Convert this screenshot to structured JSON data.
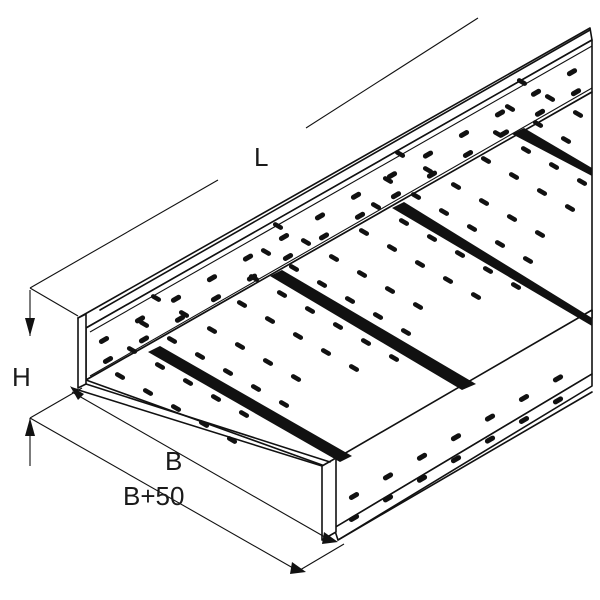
{
  "dimensions": {
    "length_label": "L",
    "height_label": "H",
    "width_label": "B",
    "outer_width_label": "B+50"
  },
  "colors": {
    "stroke": "#111111",
    "background": "#ffffff"
  }
}
